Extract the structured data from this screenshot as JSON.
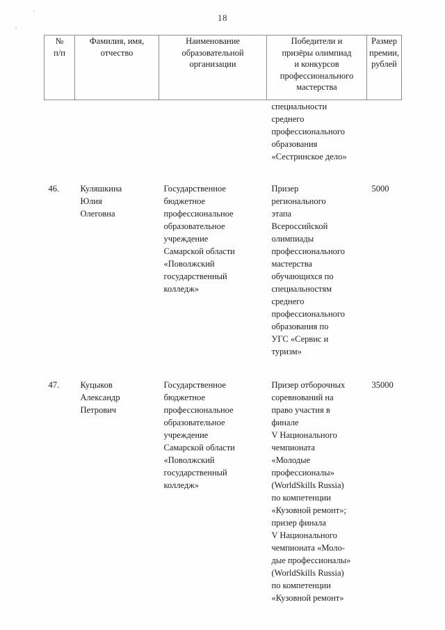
{
  "document": {
    "page_number": "18"
  },
  "table": {
    "headers": {
      "number": "№\nп/п",
      "full_name": "Фамилия, имя,\nотчество",
      "organization": "Наименование\nобразовательной\nорганизации",
      "winners": "Победители и\nпризёры олимпиад\nи конкурсов\nпрофессионального\nмастерства",
      "prize": "Размер\nпремии,\nрублей"
    },
    "continued_entry": {
      "number": "",
      "full_name": "",
      "organization": "",
      "winners": "специальности\nсреднего\nпрофессионального\nобразования\n«Сестринское дело»",
      "prize": ""
    },
    "rows": [
      {
        "number": "46.",
        "full_name": "Куляшкина\nЮлия\nОлеговна",
        "organization": "Государственное\nбюджетное\nпрофессиональное\nобразовательное\nучреждение\nСамарской области\n«Поволжский\nгосударственный\nколледж»",
        "winners": "Призер\nрегионального\nэтапа\nВсероссийской\nолимпиады\nпрофессионального\nмастерства\nобучающихся по\nспециальностям\nсреднего\nпрофессионального\nобразования по\nУГС «Сервис и\nтуризм»",
        "prize": "5000"
      },
      {
        "number": "47.",
        "full_name": "Куцыков\nАлександр\nПетрович",
        "organization": "Государственное\nбюджетное\nпрофессиональное\nобразовательное\nучреждение\nСамарской области\n«Поволжский\nгосударственный\nколледж»",
        "winners": "Призер отборочных\nсоревнований на\nправо участия в\nфинале\nV Национального\nчемпионата\n«Молодые\nпрофессионалы»\n(WorldSkills Russia)\nпо компетенции\n«Кузовной ремонт»;\nпризер финала\nV Национального\nчемпионата «Моло-\nдые профессионалы»\n(WorldSkills Russia)\nпо компетенции\n«Кузовной ремонт»",
        "prize": "35000"
      }
    ]
  }
}
